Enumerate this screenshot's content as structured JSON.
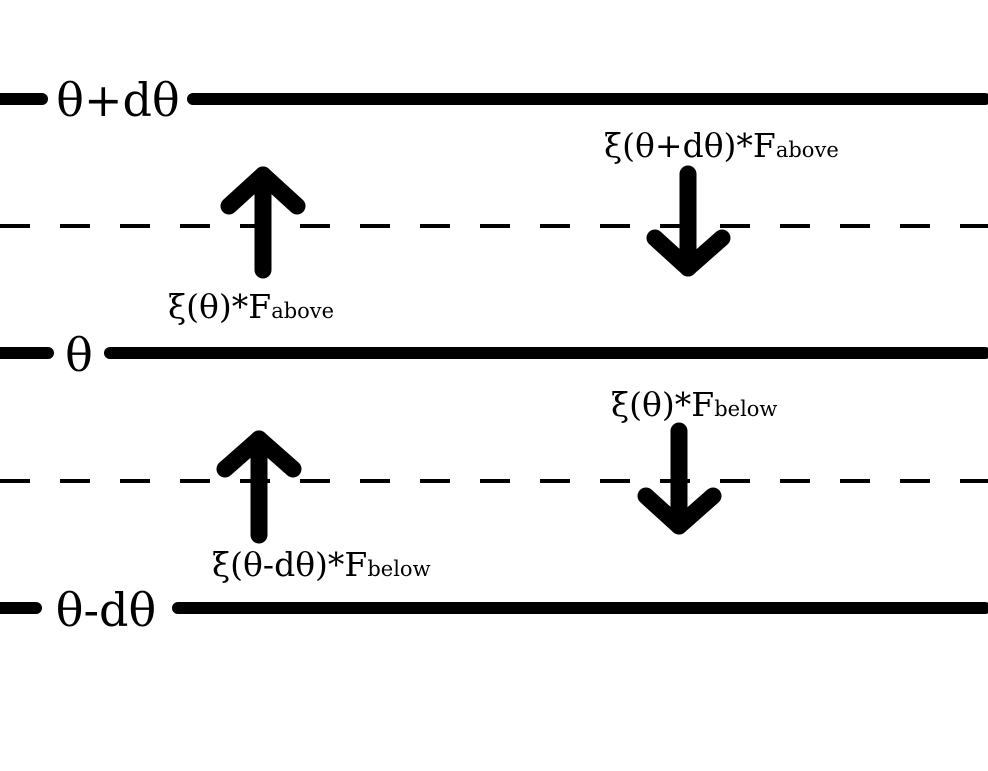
{
  "levels": {
    "upper": "θ+dθ",
    "middle": "θ",
    "lower": "θ-dθ"
  },
  "fluxes": {
    "upward_upper": {
      "main": "ξ(θ)*F",
      "sub": "above"
    },
    "downward_upper": {
      "main": "ξ(θ+dθ)*F",
      "sub": "above"
    },
    "downward_lower": {
      "main": "ξ(θ)*F",
      "sub": "below"
    },
    "upward_lower": {
      "main": "ξ(θ-dθ)*F",
      "sub": "below"
    }
  },
  "colors": {
    "ink": "#000000",
    "background": "#ffffff"
  }
}
